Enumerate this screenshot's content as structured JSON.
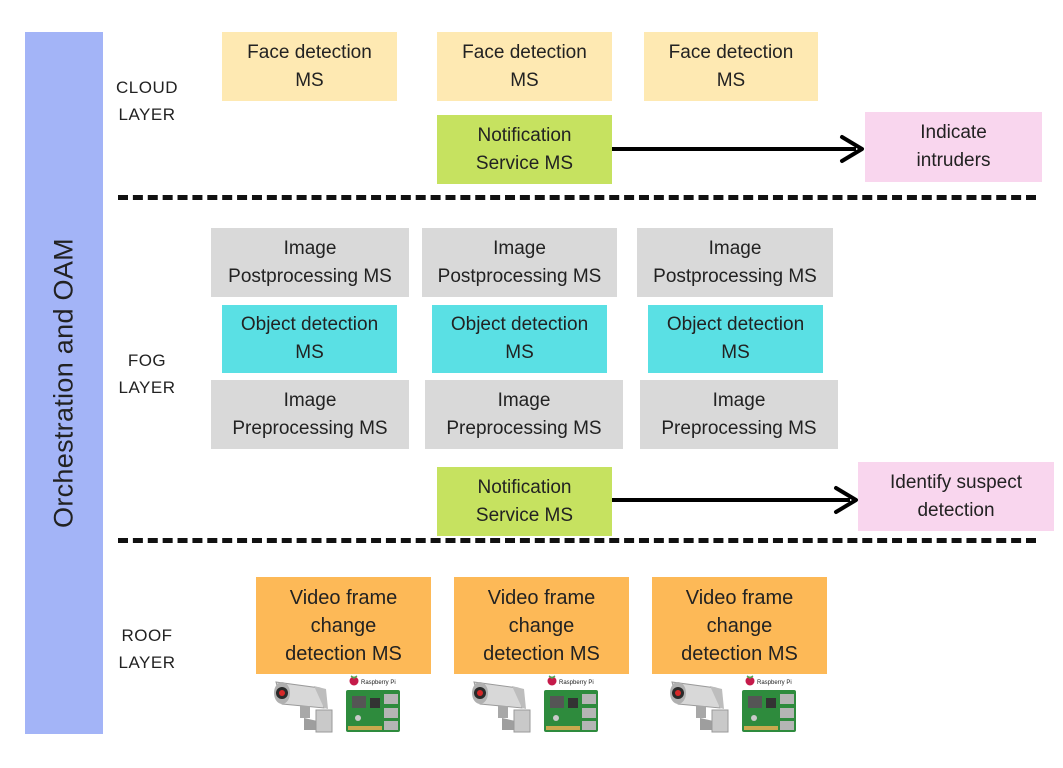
{
  "sidebar": {
    "title": "Orchestration and OAM"
  },
  "layers": {
    "cloud": "CLOUD\nLAYER",
    "fog": "FOG\nLAYER",
    "roof": "ROOF\nLAYER"
  },
  "cloud": {
    "face_detection": [
      "Face detection\nMS",
      "Face detection\nMS",
      "Face detection\nMS"
    ],
    "notification": "Notification\nService MS",
    "output": "Indicate\nintruders"
  },
  "fog": {
    "postprocessing": [
      "Image\nPostprocessing MS",
      "Image\nPostprocessing MS",
      "Image\nPostprocessing MS"
    ],
    "object_detection": [
      "Object detection\nMS",
      "Object detection\nMS",
      "Object detection\nMS"
    ],
    "preprocessing": [
      "Image\nPreprocessing MS",
      "Image\nPreprocessing MS",
      "Image\nPreprocessing MS"
    ],
    "notification": "Notification\nService MS",
    "output": "Identify suspect\ndetection"
  },
  "roof": {
    "video": [
      "Video frame\nchange\ndetection MS",
      "Video frame\nchange\ndetection MS",
      "Video frame\nchange\ndetection MS"
    ],
    "device_brand": "Raspberry Pi"
  },
  "colors": {
    "sidebar": "#a3b4f7",
    "face_detection": "#fee9b2",
    "notification": "#c6e260",
    "output": "#f9d6ee",
    "image_processing": "#d9d9d9",
    "object_detection": "#5ae0e4",
    "video_detection": "#fdb957"
  },
  "icons": [
    "cctv-camera-icon",
    "raspberry-pi-board-icon",
    "raspberry-pi-logo-icon"
  ]
}
